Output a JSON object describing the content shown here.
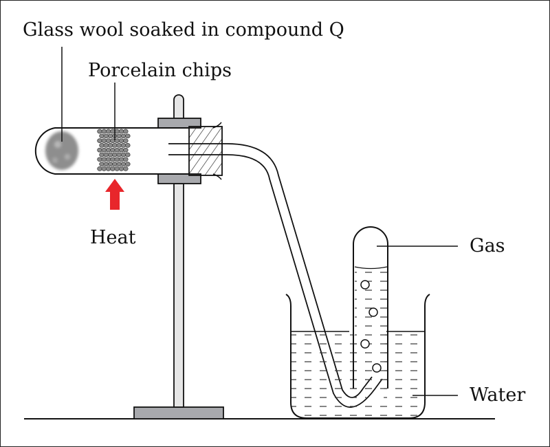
{
  "diagram": {
    "type": "chemistry apparatus",
    "labels": {
      "glass_wool": "Glass wool soaked in compound Q",
      "porcelain": "Porcelain chips",
      "heat": "Heat",
      "gas": "Gas",
      "water": "Water"
    },
    "colors": {
      "heat_arrow": "#e8262b",
      "clamp": "#a8a9ad",
      "wool": "#8e8e8e",
      "chips": "#8a8a8a",
      "stand": "#e6e6e6",
      "outline": "#1a1a1a"
    },
    "bubble_count": 4
  }
}
